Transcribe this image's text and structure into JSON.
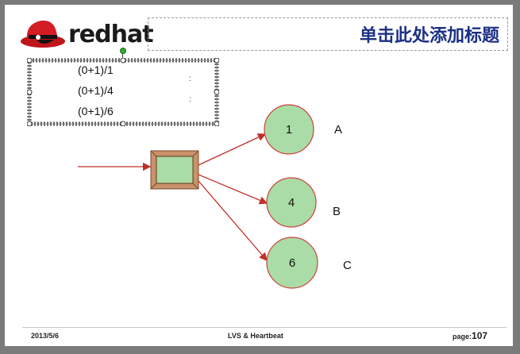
{
  "brand": {
    "logo_text": "redhat"
  },
  "slide": {
    "title": "单击此处添加标题"
  },
  "selection": {
    "ratios": [
      "(0+1)/1",
      "(0+1)/4",
      "(0+1)/6"
    ]
  },
  "diagram": {
    "nodes": [
      {
        "number": "1",
        "letter": "A"
      },
      {
        "number": "4",
        "letter": "B"
      },
      {
        "number": "6",
        "letter": "C"
      }
    ],
    "colors": {
      "node_fill": "#a9dca6",
      "node_stroke": "#d04040",
      "arrow": "#c0302a",
      "scheduler_fill": "#a9dca6",
      "scheduler_frame": "#c9926a"
    }
  },
  "footer": {
    "date": "2013/5/6",
    "center": "LVS & Heartbeat",
    "page_label": "page:",
    "page_number": "107"
  }
}
